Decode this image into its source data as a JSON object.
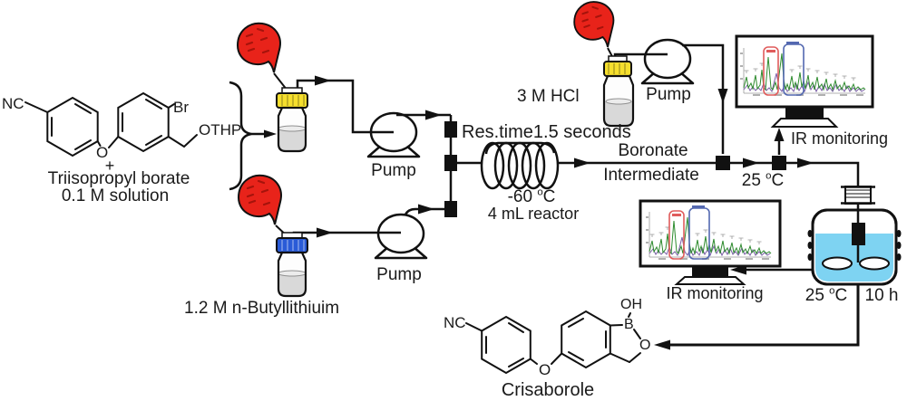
{
  "colors": {
    "balloon_red": "#e8231a",
    "balloon_dash_red": "#a5130b",
    "cap_yellow": "#f6df2e",
    "cap_blue": "#2a5bd7",
    "flask_liquid_grey": "#d9d9d9",
    "reactor_liquid_blue": "#7ed3f2",
    "ir_trace_green": "#2e8b2e",
    "ir_trace_purple": "#7b5ea7",
    "ir_highlight_red": "#e05c5c",
    "ir_highlight_blue": "#5368b0"
  },
  "reagent_feed": {
    "nc": "NC",
    "br": "Br",
    "othp": "OTHP",
    "o_bridge": "O",
    "plus": "+",
    "name": "Triisopropyl borate",
    "concentration": "0.1 M solution"
  },
  "nbuli_feed": {
    "label": "1.2 M n-Butyllithiuim"
  },
  "hcl_feed": {
    "label": "3 M HCl"
  },
  "pump1": {
    "label": "Pump"
  },
  "pump2": {
    "label": "Pump"
  },
  "pump3": {
    "label": "Pump"
  },
  "coil_reactor": {
    "residence_time": "Res.time1.5 seconds",
    "temp_value": "-60 ",
    "temp_deg": "o",
    "temp_unit": "C",
    "volume": "4 mL reactor"
  },
  "stream": {
    "intermediate_line1": "Boronate",
    "intermediate_line2": "Intermediate",
    "quench_temp_value": "25 ",
    "quench_temp_deg": "o",
    "quench_temp_unit": "C"
  },
  "ir_monitor_top": {
    "label": "IR monitoring"
  },
  "ir_monitor_bottom": {
    "label": "IR monitoring"
  },
  "batch_reactor": {
    "temp_value": "25 ",
    "temp_deg": "o",
    "temp_unit": "C",
    "time": "10 h"
  },
  "product": {
    "nc": "NC",
    "oh": "OH",
    "b": "B",
    "o_ring": "O",
    "o_bridge": "O",
    "name": "Crisaborole"
  }
}
